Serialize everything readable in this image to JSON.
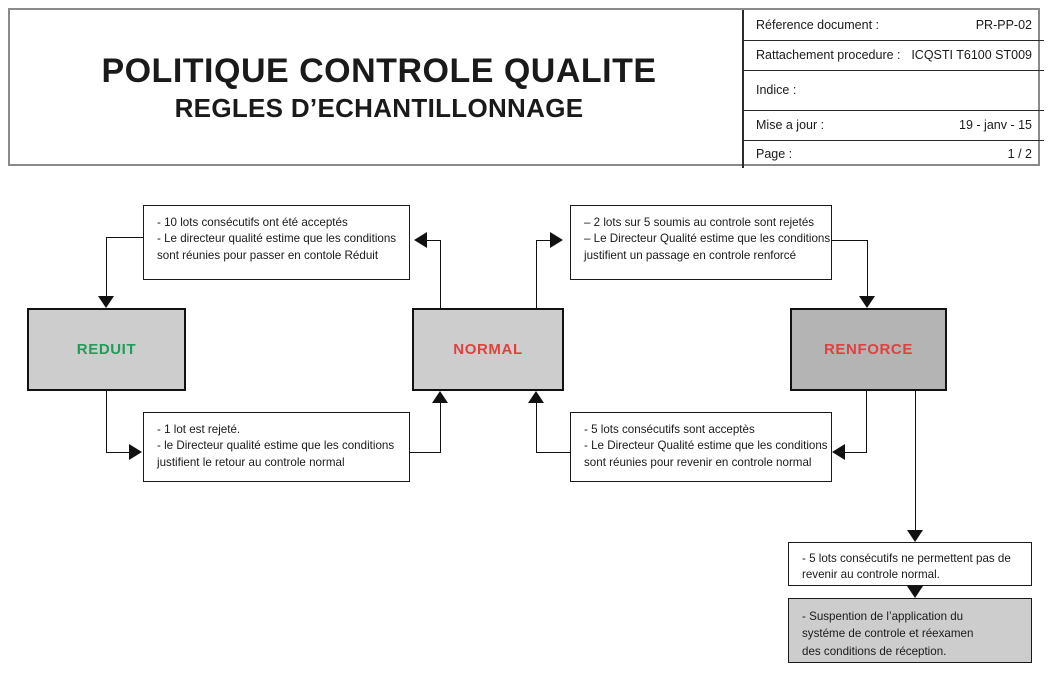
{
  "header": {
    "title": "POLITIQUE CONTROLE QUALITE",
    "subtitle": "REGLES D’ECHANTILLONNAGE",
    "meta": [
      {
        "key": "Réference document :",
        "value": "PR-PP-02"
      },
      {
        "key": "Rattachement procedure :",
        "value": "ICQSTI T6100 ST009"
      },
      {
        "key": "Indice :",
        "value": ""
      },
      {
        "key": "Mise a jour :",
        "value": "19 - janv - 15"
      },
      {
        "key": "Page :",
        "value": "1 / 2"
      }
    ]
  },
  "states": [
    {
      "label": "REDUIT",
      "color": "#1f9d5a",
      "fill": "#cdcdcd"
    },
    {
      "label": "NORMAL",
      "color": "#e0413f",
      "fill": "#cdcdcd"
    },
    {
      "label": "RENFORCE",
      "color": "#e0413f",
      "fill": "#b4b4b4"
    }
  ],
  "conditions": {
    "to_reduit": [
      "- 10 lots consécutifs ont été acceptés",
      "- Le directeur qualité estime que les conditions",
      "sont  réunies pour passer en contole Réduit"
    ],
    "to_renforce": [
      "– 2 lots sur 5 soumis au controle sont rejetés",
      "– Le Directeur Qualité estime que les conditions",
      "justifient un passage en controle renforcé"
    ],
    "reduit_to_normal": [
      "- 1 lot est rejeté.",
      "- le Directeur qualité estime que les conditions",
      "justifient le retour au controle normal"
    ],
    "renforce_to_normal": [
      "- 5 lots consécutifs sont acceptès",
      "- Le Directeur Qualité estime que les conditions",
      "sont réunies pour revenir en controle normal"
    ],
    "no_return": [
      "- 5 lots consécutifs ne permettent pas de",
      " revenir au controle normal."
    ],
    "suspension": [
      "- Suspention de l’application du",
      "systéme de controle et réexamen",
      "des conditions de réception."
    ]
  }
}
